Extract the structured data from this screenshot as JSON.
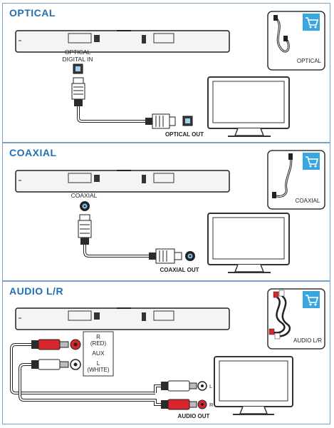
{
  "colors": {
    "border": "#7aa0c4",
    "title": "#1f6fb4",
    "cart": "#3aa6e0",
    "red_plug": "#d9262e",
    "white_plug": "#f2f2f2",
    "dark": "#2b2b2b"
  },
  "sections": {
    "optical": {
      "title": "OPTICAL",
      "port_label_line1": "OPTICAL",
      "port_label_line2": "DIGITAL IN",
      "out_label": "OPTICAL OUT",
      "cable_label": "OPTICAL",
      "cart_icon": "shopping-cart-icon"
    },
    "coaxial": {
      "title": "COAXIAL",
      "port_label": "COAXIAL",
      "out_label": "COAXIAL OUT",
      "cable_label": "COAXIAL",
      "cart_icon": "shopping-cart-icon"
    },
    "audio": {
      "title": "AUDIO L/R",
      "label_r": "R",
      "label_red": "(RED)",
      "label_aux": "AUX",
      "label_l": "L",
      "label_white": "(WHITE)",
      "tv_l": "L",
      "tv_r": "R",
      "out_label": "AUDIO OUT",
      "cable_label": "AUDIO L/R",
      "cart_icon": "shopping-cart-icon"
    }
  }
}
